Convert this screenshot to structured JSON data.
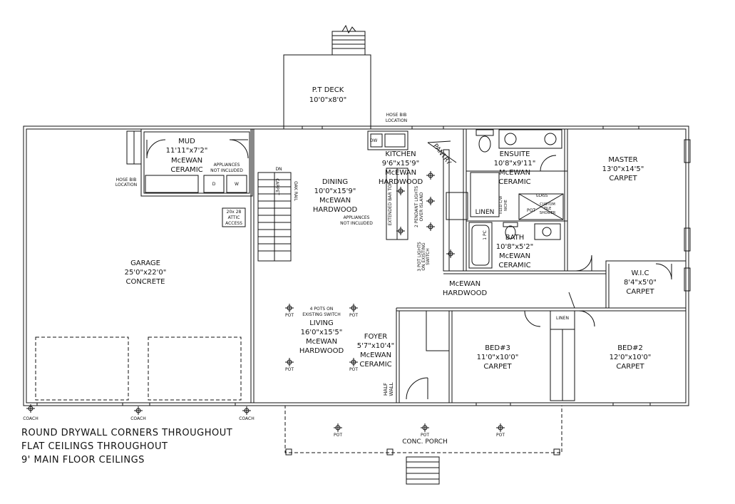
{
  "rooms": {
    "deck": {
      "name": "P.T DECK",
      "size": "10'0\"x8'0\""
    },
    "mud": {
      "name": "MUD",
      "size": "11'11\"x7'2\"",
      "line3": "McEWAN",
      "line4": "CERAMIC"
    },
    "garage": {
      "name": "GARAGE",
      "size": "25'0\"x22'0\"",
      "finish": "CONCRETE"
    },
    "dining": {
      "name": "DINING",
      "size": "10'0\"x15'9\"",
      "line3": "McEWAN",
      "line4": "HARDWOOD"
    },
    "kitchen": {
      "name": "KITCHEN",
      "size": "9'6\"x15'9\"",
      "line3": "McEWAN",
      "line4": "HARDWOOD"
    },
    "pantry": {
      "name": "PANTRY"
    },
    "ensuite": {
      "name": "ENSUITE",
      "size": "10'8\"x9'11\"",
      "line3": "McEWAN",
      "line4": "CERAMIC"
    },
    "master": {
      "name": "MASTER",
      "size": "13'0\"x14'5\"",
      "finish": "CARPET"
    },
    "linen_bath": {
      "name": "LINEN"
    },
    "bath": {
      "name": "BATH",
      "size": "10'8\"x5'2\"",
      "line3": "McEWAN",
      "line4": "CERAMIC"
    },
    "wic": {
      "name": "W.I.C",
      "size": "8'4\"x5'0\"",
      "finish": "CARPET"
    },
    "hall": {
      "line1": "McEWAN",
      "line2": "HARDWOOD"
    },
    "living": {
      "name": "LIVING",
      "size": "16'0\"x15'5\"",
      "line3": "McEWAN",
      "line4": "HARDWOOD"
    },
    "foyer": {
      "name": "FOYER",
      "size": "5'7\"x10'4\"",
      "line3": "McEWAN",
      "line4": "CERAMIC"
    },
    "bed3": {
      "name": "BED#3",
      "size": "11'0\"x10'0\"",
      "finish": "CARPET"
    },
    "linen_hall": {
      "name": "LINEN"
    },
    "bed2": {
      "name": "BED#2",
      "size": "12'0\"x10'0\"",
      "finish": "CARPET"
    },
    "porch": {
      "name": "CONC. PORCH"
    }
  },
  "fixtures": {
    "dw": "DW",
    "dryer": "D",
    "washer": "W",
    "pot": "POT",
    "coach": "COACH",
    "one_pc": "1 PC"
  },
  "notes": {
    "appliances_1": "APPLIANCES",
    "appliances_2": "NOT INCLUDED",
    "hose_bib_1": "HOSE BIB",
    "hose_bib_2": "LOCATION",
    "hose_bib_location": "LOCATION",
    "attic_1": "20x 28",
    "attic_2": "ATTIC",
    "attic_3": "ACCESS",
    "dn": "DN",
    "carpet_stairs": "CARPET",
    "oak_rail": "OAK RAIL",
    "bar_top": "EXTENDED BAR TOP",
    "pendant_1": "2 PENDANT LIGHTS",
    "pendant_2": "OVER ISLAND",
    "pot3_1": "3 POT LIGHTS",
    "pot3_2": "ON EXISTING",
    "pot3_3": "SWITCH",
    "glass": "GLASS",
    "custom_1": "CUSTOM",
    "custom_2": "TILE",
    "custom_3": "SHOWER",
    "tiled_1": "TILED C/W",
    "tiled_2": "NICHE",
    "pots4_1": "4 POTS ON",
    "pots4_2": "EXISTING SWITCH",
    "half_wall_1": "HALF",
    "half_wall_2": "WALL"
  },
  "general_notes": [
    "ROUND DRYWALL CORNERS THROUGHOUT",
    "FLAT CEILINGS THROUGHOUT",
    "9' MAIN FLOOR CEILINGS"
  ]
}
